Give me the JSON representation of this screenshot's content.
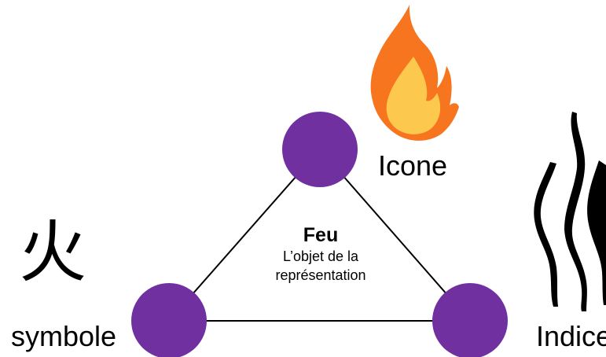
{
  "diagram": {
    "colors": {
      "node": "#7030a0",
      "edge": "#000000",
      "flame_outer": "#f7751f",
      "flame_inner": "#fcc94e",
      "smoke": "#000000"
    },
    "nodes": {
      "top_label": "Icone",
      "left_label": "symbole",
      "right_label": "Indice"
    },
    "center": {
      "title": "Feu",
      "subtitle": "L’objet de la\nreprésentation"
    },
    "symbol_glyph": "火",
    "icons": {
      "icon_top": "flame-icon",
      "icon_right": "smoke-icon"
    }
  }
}
